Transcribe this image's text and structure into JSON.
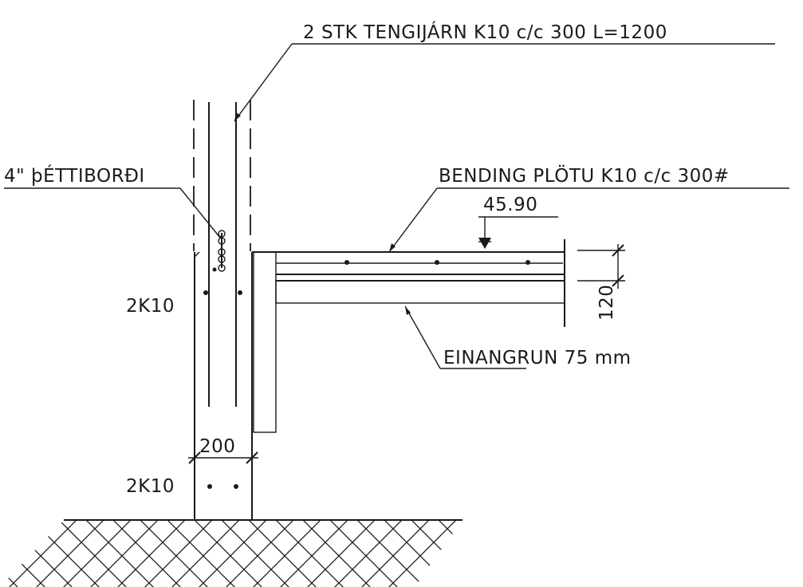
{
  "labels": {
    "connector_bars": "2 STK  TENGIJÁRN K10 c/c 300 L=1200",
    "waterstop": "4\" þÉTTIBORÐI",
    "slab_reinforcement": "BENDING PLÖTU K10 c/c 300#",
    "level": "45.90",
    "wall_bars": "2K10",
    "footing_bars": "2K10",
    "slab_thickness": "120",
    "wall_width": "200",
    "insulation": "EINANGRUN 75 mm"
  }
}
